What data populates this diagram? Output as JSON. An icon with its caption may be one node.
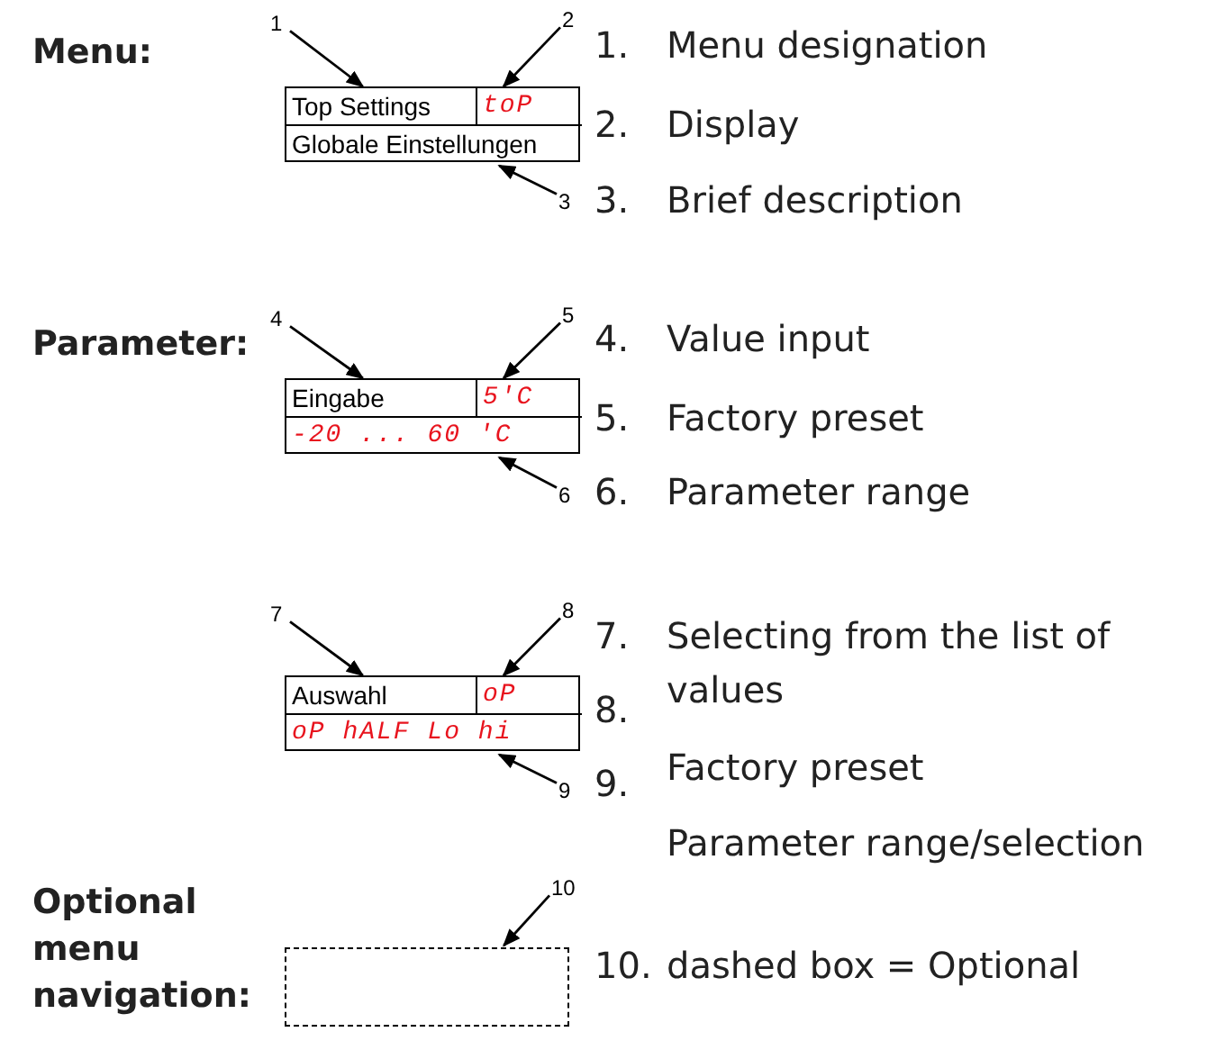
{
  "diagram": {
    "nodes": [
      {
        "text": [],
        "shape": "box"
      },
      {
        "text": [
          "Top Settings"
        ],
        "in": 0
      },
      {
        "text": [
          "toP"
        ],
        "in": 0
      },
      {
        "text": [
          "Globale Einstellungen"
        ],
        "in": 0
      },
      {
        "text": [
          "1"
        ]
      },
      {
        "text": [
          "2"
        ]
      },
      {
        "text": [
          "3"
        ]
      },
      {
        "text": [],
        "shape": "box"
      },
      {
        "text": [
          "Eingabe"
        ],
        "in": 7
      },
      {
        "text": [
          "5'C"
        ],
        "in": 7
      },
      {
        "text": [
          "-20 ... 60 'C"
        ],
        "in": 7
      },
      {
        "text": [
          "4"
        ]
      },
      {
        "text": [
          "5"
        ]
      },
      {
        "text": [
          "6"
        ]
      },
      {
        "text": [],
        "shape": "box"
      },
      {
        "text": [
          "Auswahl"
        ],
        "in": 14
      },
      {
        "text": [
          "oP"
        ],
        "in": 14
      },
      {
        "text": [
          "oP hALF Lo hi"
        ],
        "in": 14
      },
      {
        "text": [
          "7"
        ]
      },
      {
        "text": [
          "8"
        ]
      },
      {
        "text": [
          "9"
        ]
      },
      {
        "text": [],
        "shape": "box"
      },
      {
        "text": [
          "10"
        ]
      }
    ],
    "edges": [
      {
        "from": 4,
        "to": 1,
        "arrow": "to"
      },
      {
        "from": 5,
        "to": 2,
        "arrow": "to"
      },
      {
        "from": 6,
        "to": 3,
        "arrow": "to"
      },
      {
        "from": 11,
        "to": 8,
        "arrow": "to"
      },
      {
        "from": 12,
        "to": 9,
        "arrow": "to"
      },
      {
        "from": 13,
        "to": 10,
        "arrow": "to"
      },
      {
        "from": 18,
        "to": 15,
        "arrow": "to"
      },
      {
        "from": 19,
        "to": 16,
        "arrow": "to"
      },
      {
        "from": 20,
        "to": 17,
        "arrow": "to"
      },
      {
        "from": 22,
        "to": 21,
        "arrow": "to"
      }
    ],
    "labels": [
      "Menu:",
      "1.",
      "Menu designation",
      "2.",
      "Display",
      "3.",
      "Brief description",
      "Parameter:",
      "4.",
      "Value input",
      "5.",
      "Factory preset",
      "6.",
      "Parameter range",
      "7.",
      "Selecting from the list of values",
      "8.",
      "9.",
      "Factory preset",
      "Parameter range/selection",
      "Optional menu navigation:",
      "10.",
      "dashed box = Optional"
    ]
  }
}
